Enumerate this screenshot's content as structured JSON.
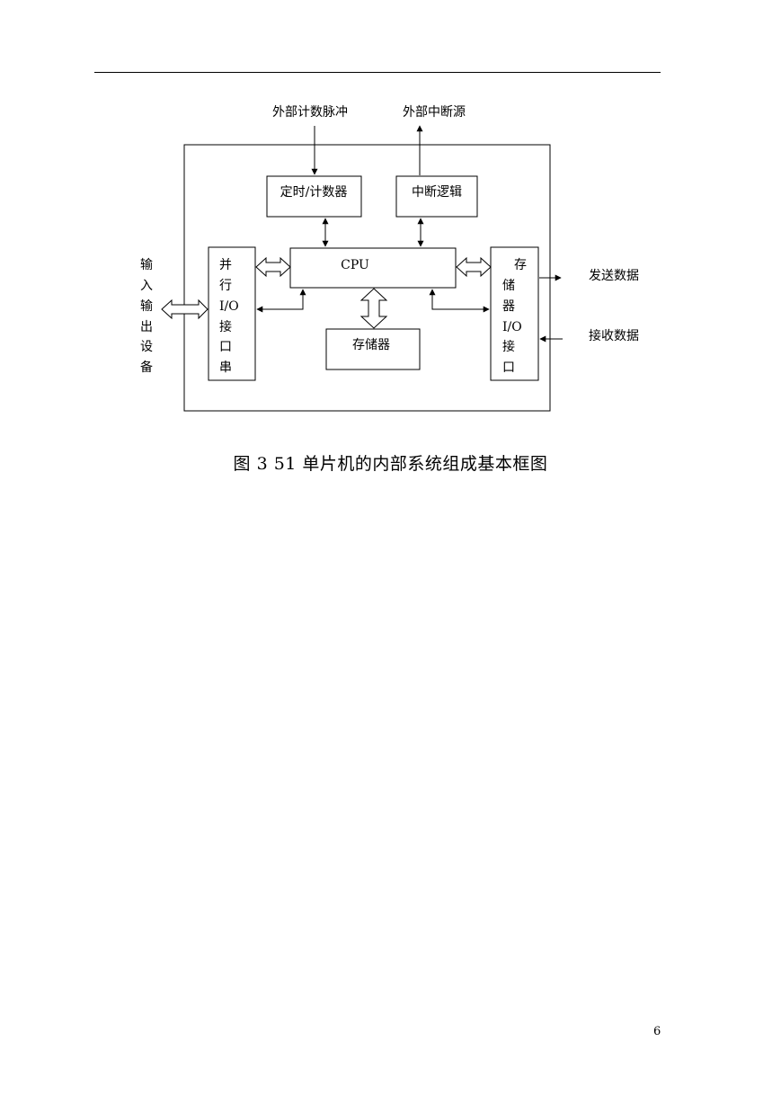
{
  "diagram": {
    "external_counter_pulse": "外部计数脉冲",
    "external_interrupt_source": "外部中断源",
    "timer_counter": "定时/计数器",
    "interrupt_logic": "中断逻辑",
    "cpu": "CPU",
    "memory": "存储器",
    "parallel_io": [
      "并",
      "行",
      "I/O",
      "接",
      "口",
      "串"
    ],
    "serial_io": [
      "存",
      "储",
      "器",
      "I/O",
      "接",
      "口"
    ],
    "io_device": [
      "输",
      "入",
      "输",
      "出",
      "设",
      "备"
    ],
    "send_data": "发送数据",
    "receive_data": "接收数据"
  },
  "caption": "图 3   51 单片机的内部系统组成基本框图",
  "page_number": "6"
}
